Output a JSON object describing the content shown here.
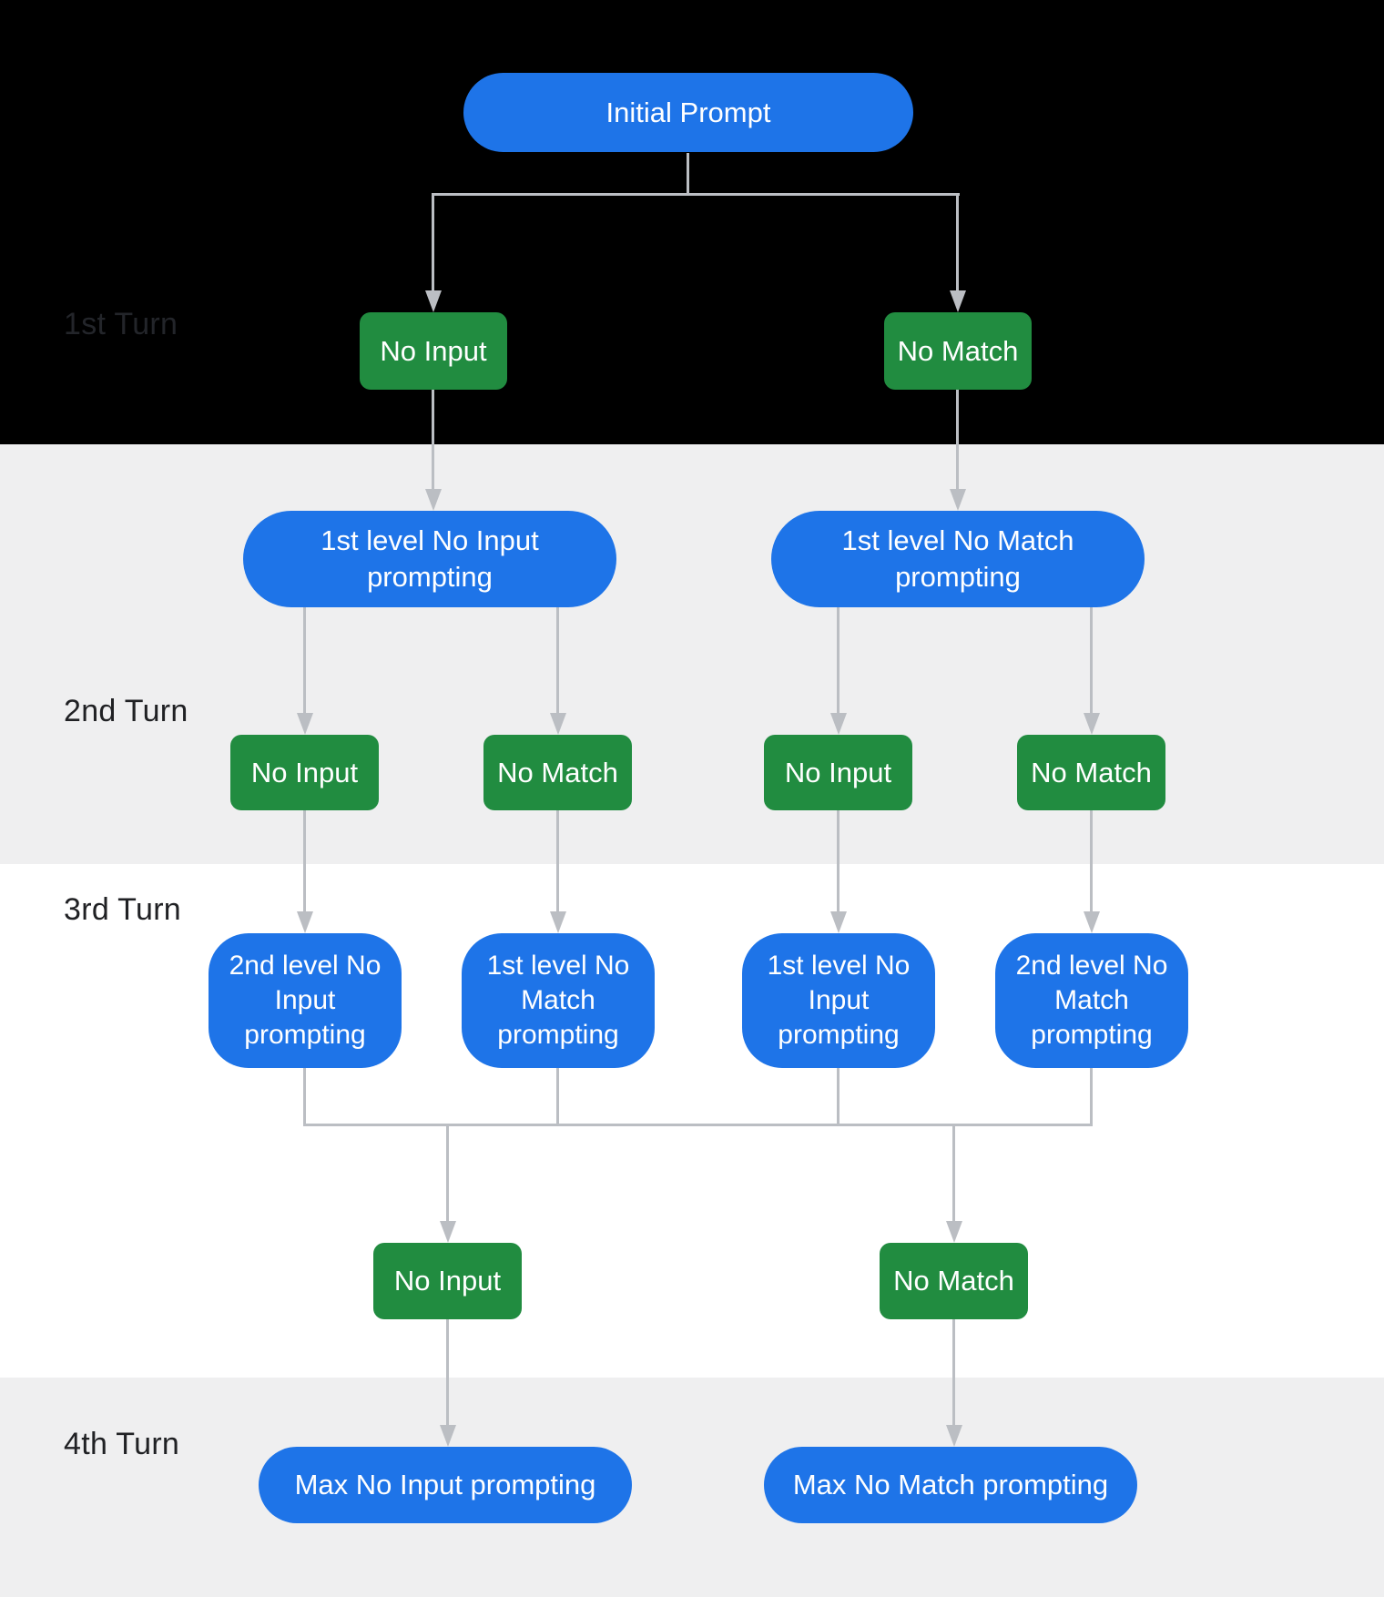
{
  "colors": {
    "node-blue": "#1E74E8",
    "node-green": "#218C40",
    "band-black": "#000000",
    "band-gray": "#EFEFF0",
    "band-white": "#FFFFFF",
    "connector-gray": "#BBBEC3",
    "label-dark": "#202124",
    "label-on-black": "#23252A",
    "node-text": "#FFFFFF"
  },
  "turns": [
    "1st Turn",
    "2nd Turn",
    "3rd Turn",
    "4th Turn"
  ],
  "nodes": {
    "initial_prompt": "Initial Prompt",
    "turn1_no_input": "No Input",
    "turn1_no_match": "No Match",
    "level1_no_input_prompting": "1st level No Input\nprompting",
    "level1_no_match_prompting": "1st level No Match\nprompting",
    "turn2_left_no_input": "No Input",
    "turn2_left_no_match": "No Match",
    "turn2_right_no_input": "No Input",
    "turn2_right_no_match": "No Match",
    "turn3_level2_no_input": "2nd level No\nInput\nprompting",
    "turn3_level1_no_match": "1st level No\nMatch\nprompting",
    "turn3_level1_no_input": "1st level No\nInput\nprompting",
    "turn3_level2_no_match": "2nd level No\nMatch\nprompting",
    "turn4_no_input": "No Input",
    "turn4_no_match": "No Match",
    "max_no_input_prompting": "Max No Input prompting",
    "max_no_match_prompting": "Max No Match prompting"
  }
}
